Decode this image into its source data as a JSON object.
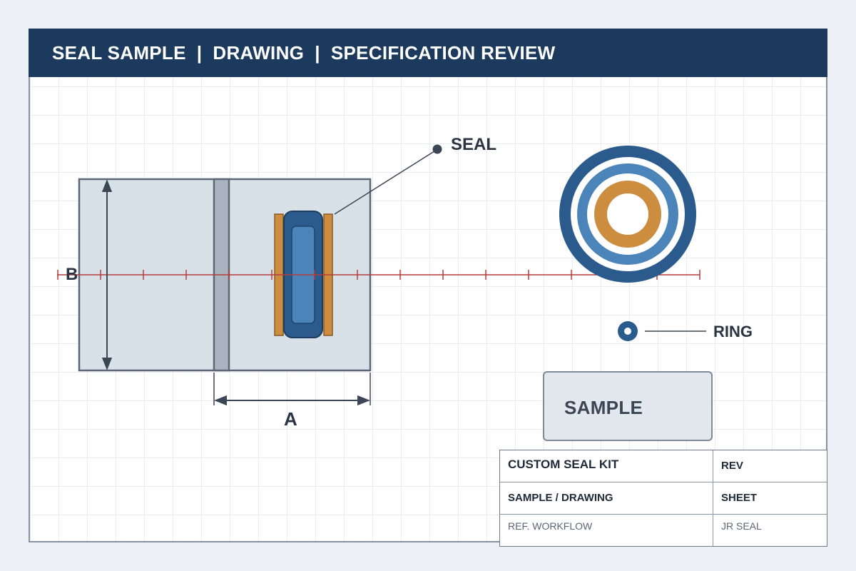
{
  "header": {
    "title": "SEAL SAMPLE  |  DRAWING  |  SPECIFICATION REVIEW"
  },
  "callouts": {
    "seal": "SEAL",
    "ring": "RING"
  },
  "dimensions": {
    "a": "A",
    "b": "B"
  },
  "sample_box": {
    "label": "SAMPLE"
  },
  "title_block": {
    "product": "CUSTOM SEAL KIT",
    "rev_label": "REV",
    "doc_type": "SAMPLE / DRAWING",
    "sheet_label": "SHEET",
    "ref": "REF. WORKFLOW",
    "owner": "JR SEAL"
  },
  "colors": {
    "header_bg": "#1b3a5e",
    "seal_dark": "#2b5a8c",
    "seal_light": "#4a84b8",
    "copper": "#cc8e3e",
    "centerline": "#b53c3c"
  }
}
